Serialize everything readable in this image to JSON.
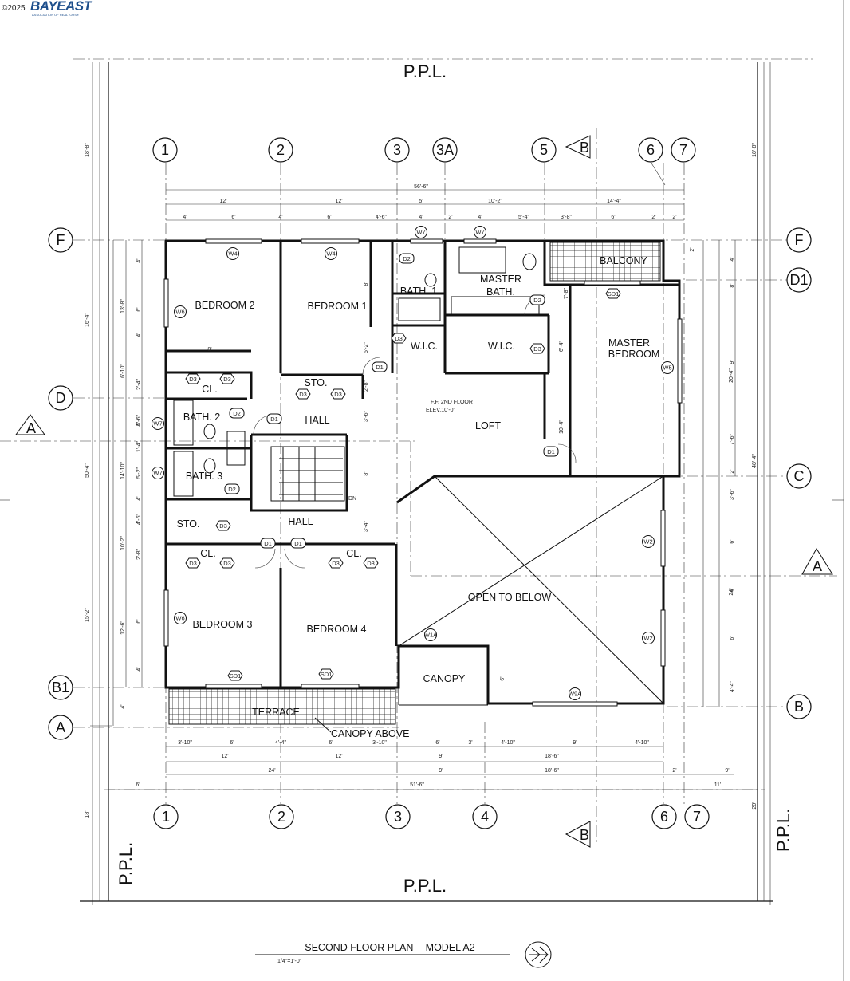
{
  "brand": {
    "copyright": "©2025",
    "name": "BAYEAST",
    "tagline": "ASSOCIATION OF REALTORS®"
  },
  "plan": {
    "title": "SECOND FLOOR PLAN -- MODEL A2",
    "scale": "1/4\"=1'-0\"",
    "property_line_label": "P.P.L.",
    "floor_note": [
      "F.F. 2ND FLOOR",
      "ELEV.10'-0\""
    ],
    "canopy_above": "CANOPY ABOVE",
    "stair_label": "DN"
  },
  "rooms": {
    "bedroom1": "BEDROOM 1",
    "bedroom2": "BEDROOM 2",
    "bedroom3": "BEDROOM 3",
    "bedroom4": "BEDROOM 4",
    "bath1": "BATH. 1",
    "bath2": "BATH. 2",
    "bath3": "BATH. 3",
    "master_bath_1": "MASTER",
    "master_bath_2": "BATH.",
    "wic": "W.I.C.",
    "master_bed_1": "MASTER",
    "master_bed_2": "BEDROOM",
    "balcony": "BALCONY",
    "loft": "LOFT",
    "hall": "HALL",
    "sto": "STO.",
    "cl": "CL.",
    "open_to_below": "OPEN TO BELOW",
    "canopy": "CANOPY",
    "terrace": "TERRACE"
  },
  "grid_top": [
    "1",
    "2",
    "3",
    "3A",
    "5",
    "6",
    "7"
  ],
  "grid_bottom": [
    "1",
    "2",
    "3",
    "4",
    "6",
    "7"
  ],
  "grid_rows_left": [
    "F",
    "D",
    "B1",
    "A"
  ],
  "grid_rows_right": [
    "F",
    "D1",
    "C",
    "B"
  ],
  "section_marks": [
    "A",
    "B"
  ],
  "tags": {
    "W4": "W4",
    "W6": "W6",
    "W7": "W7",
    "W5": "W5",
    "W2": "W2",
    "W1A": "W1A",
    "W9A": "W9A",
    "D1": "D1",
    "D2": "D2",
    "D3": "D3",
    "SD1": "SD1"
  },
  "dims_top_row1": [
    "56'-6\""
  ],
  "dims_top_row2": [
    "12'",
    "12'",
    "5'",
    "10'-2\"",
    "14'-4\""
  ],
  "dims_top_row3": [
    "4'",
    "6'",
    "4'",
    "6'",
    "4'-6\"",
    "4'",
    "2'",
    "4'",
    "5'-4\"",
    "3'-8\"",
    "6'",
    "2'",
    "2'"
  ],
  "dims_bottom_row1": [
    "3'-10\"",
    "6'",
    "4'-4\"",
    "6'",
    "3'-10\"",
    "6'",
    "3'",
    "4'-10\"",
    "9'",
    "4'-10\""
  ],
  "dims_bottom_row2": [
    "12'",
    "12'",
    "9'",
    "18'-6\""
  ],
  "dims_bottom_row3": [
    "24'",
    "9'",
    "18'-6\"",
    "2'",
    "9'"
  ],
  "dims_bottom_row4": [
    "6'",
    "51'-6\"",
    "11'"
  ],
  "dims_left_outer": [
    "18'-8\"",
    "16'-4\"",
    "50'-4\"",
    "15'-2\"",
    "18'"
  ],
  "dims_left_mid": [
    "13'-8\"",
    "6'-10\"",
    "14'-10\"",
    "10'-2\"",
    "12'-6\"",
    "4'"
  ],
  "dims_left_inner": [
    "4'",
    "6'",
    "4'",
    "2'-4\"",
    "5'-6\"",
    "4'",
    "1'-4\"",
    "5'-2\"",
    "4'",
    "4'-6\"",
    "2'-8\"",
    "6'",
    "4'",
    "8'",
    "8'",
    "2'-8\"",
    "3'-6\"",
    "8'",
    "3'-4\"",
    "7'-8\"",
    "6'-4\"",
    "10'-4\""
  ],
  "dims_right_outer": [
    "18'-8\"",
    "48'-4\"",
    "20'"
  ],
  "dims_right_mid": [
    "20'-4\"",
    "24'"
  ],
  "dims_right_inner": [
    "4'",
    "8'",
    "9'",
    "7'-6\"",
    "2'",
    "3'-6\"",
    "6'",
    "4'",
    "6'",
    "4'-4\"",
    "2'",
    "6'"
  ]
}
